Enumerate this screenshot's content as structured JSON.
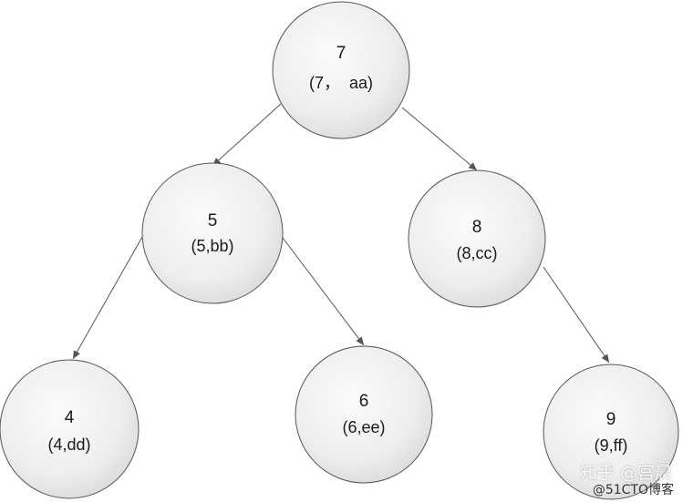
{
  "tree": {
    "nodes": [
      {
        "id": "n7",
        "key": "7",
        "pair": "(7，  aa)"
      },
      {
        "id": "n5",
        "key": "5",
        "pair": "(5,bb)"
      },
      {
        "id": "n8",
        "key": "8",
        "pair": "(8,cc)"
      },
      {
        "id": "n4",
        "key": "4",
        "pair": "(4,dd)"
      },
      {
        "id": "n6",
        "key": "6",
        "pair": "(6,ee)"
      },
      {
        "id": "n9",
        "key": "9",
        "pair": "(9,ff)"
      }
    ],
    "edges": [
      {
        "from": "n7",
        "to": "n5"
      },
      {
        "from": "n7",
        "to": "n8"
      },
      {
        "from": "n5",
        "to": "n4"
      },
      {
        "from": "n5",
        "to": "n6"
      },
      {
        "from": "n8",
        "to": "n9"
      }
    ]
  },
  "watermarks": {
    "zhihu": "知乎 @宫晨",
    "cto": "@51CTO博客"
  },
  "colors": {
    "node_fill_light": "#f6f6f6",
    "node_fill_dark": "#dcdcdc",
    "node_stroke": "#555555",
    "edge": "#555555"
  }
}
